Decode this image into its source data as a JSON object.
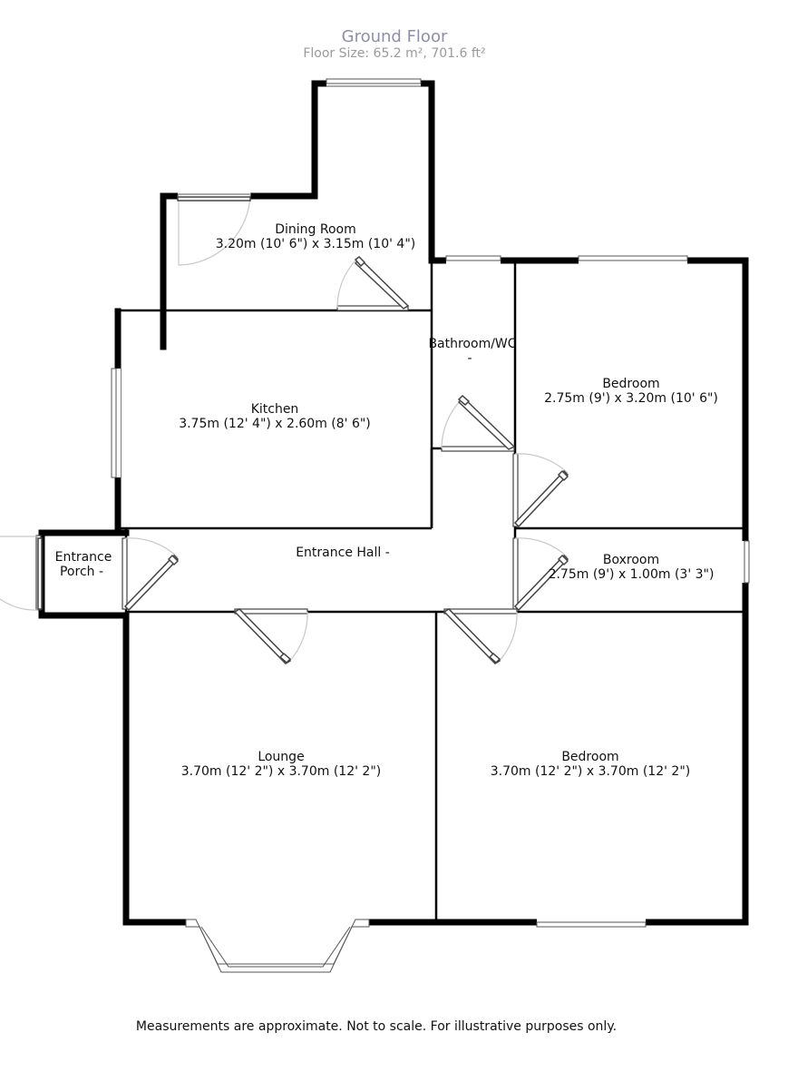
{
  "header": {
    "title": "Ground Floor",
    "floor_size": "Floor Size: 65.2 m², 701.6 ft²"
  },
  "rooms": {
    "dining_room": {
      "name": "Dining Room",
      "dims": "3.20m (10' 6\") x 3.15m (10' 4\")"
    },
    "kitchen": {
      "name": "Kitchen",
      "dims": "3.75m (12' 4\") x 2.60m (8' 6\")"
    },
    "bathroom": {
      "name": "Bathroom/WC",
      "dims": "-"
    },
    "bedroom_rear": {
      "name": "Bedroom",
      "dims": "2.75m (9') x 3.20m (10' 6\")"
    },
    "entrance_porch": {
      "name_line1": "Entrance",
      "name_line2": "Porch -"
    },
    "entrance_hall": {
      "name": "Entrance Hall -"
    },
    "boxroom": {
      "name": "Boxroom",
      "dims": "2.75m (9') x 1.00m (3' 3\")"
    },
    "lounge": {
      "name": "Lounge",
      "dims": "3.70m (12' 2\") x 3.70m (12' 2\")"
    },
    "bedroom_front": {
      "name": "Bedroom",
      "dims": "3.70m (12' 2\") x 3.70m (12' 2\")"
    }
  },
  "footer": {
    "disclaimer": "Measurements are approximate. Not to scale. For illustrative purposes only."
  }
}
